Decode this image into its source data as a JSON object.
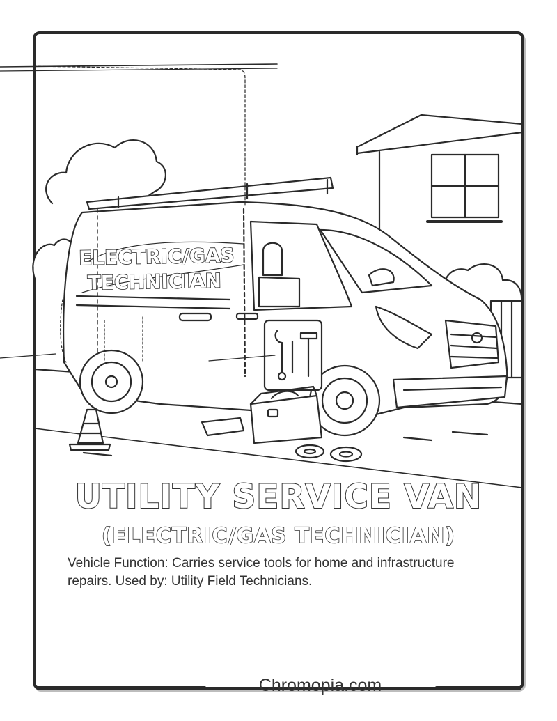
{
  "page": {
    "title": "UTILITY SERVICE VAN",
    "subtitle": "(ELECTRIC/GAS TECHNICIAN)",
    "description": "Vehicle Function: Carries service tools for home and infrastructure repairs. Used by: Utility Field Technicians.",
    "brand": "Chromopia.com"
  },
  "illustration": {
    "van_side_text_line1": "ELECTRIC/GAS",
    "van_side_text_line2": "TECHNICIAN"
  },
  "colors": {
    "ink": "#2a2a2a",
    "fill": "#ffffff"
  }
}
